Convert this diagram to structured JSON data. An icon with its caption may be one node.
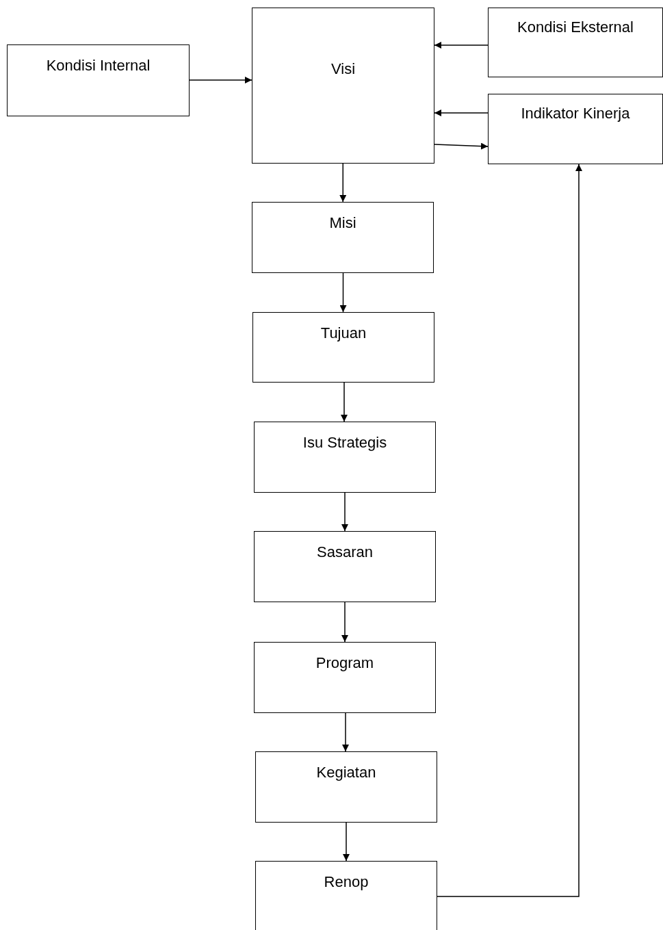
{
  "diagram": {
    "nodes": [
      {
        "text": [
          "Kondisi Internal"
        ]
      },
      {
        "text": [
          "Visi"
        ]
      },
      {
        "text": [
          "Kondisi Eksternal"
        ]
      },
      {
        "text": [
          "Indikator Kinerja"
        ]
      },
      {
        "text": [
          "Misi"
        ]
      },
      {
        "text": [
          "Tujuan"
        ]
      },
      {
        "text": [
          "Isu Strategis"
        ]
      },
      {
        "text": [
          "Sasaran"
        ]
      },
      {
        "text": [
          "Program"
        ]
      },
      {
        "text": [
          "Kegiatan"
        ]
      },
      {
        "text": [
          "Renop"
        ]
      }
    ],
    "edges": [
      {
        "from": 0,
        "to": 1,
        "arrow": "to"
      },
      {
        "from": 2,
        "to": 1,
        "arrow": "to"
      },
      {
        "from": 3,
        "to": 1,
        "arrow": "to"
      },
      {
        "from": 1,
        "to": 3,
        "arrow": "to"
      },
      {
        "from": 1,
        "to": 4,
        "arrow": "to"
      },
      {
        "from": 4,
        "to": 5,
        "arrow": "to"
      },
      {
        "from": 5,
        "to": 6,
        "arrow": "to"
      },
      {
        "from": 6,
        "to": 7,
        "arrow": "to"
      },
      {
        "from": 7,
        "to": 8,
        "arrow": "to"
      },
      {
        "from": 8,
        "to": 9,
        "arrow": "to"
      },
      {
        "from": 9,
        "to": 10,
        "arrow": "to"
      },
      {
        "from": 10,
        "to": 3,
        "arrow": "to"
      }
    ]
  }
}
